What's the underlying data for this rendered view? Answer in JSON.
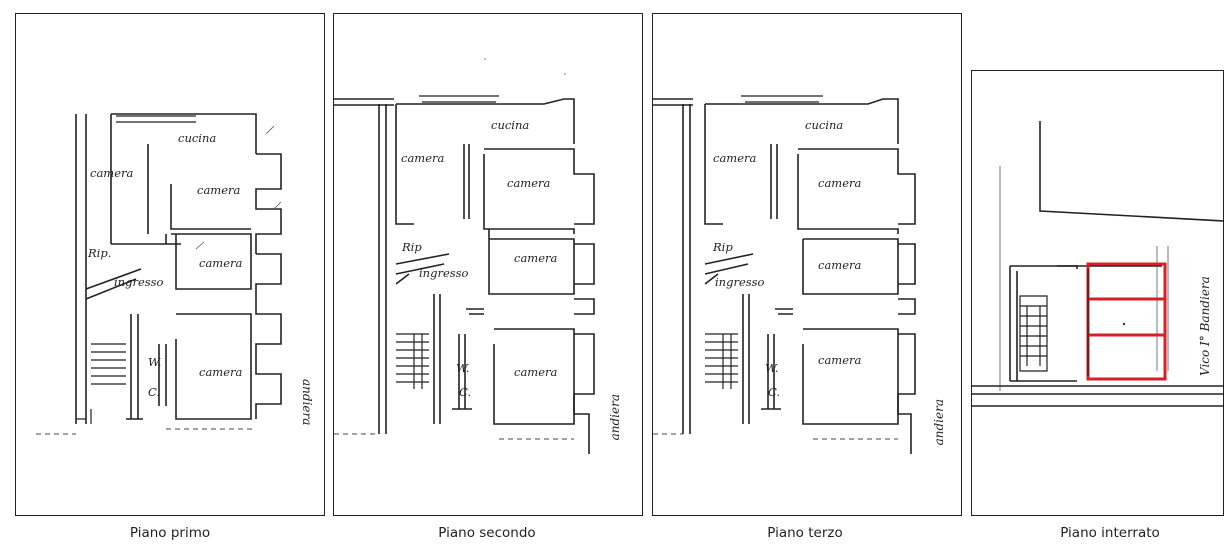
{
  "panels": [
    {
      "caption": "Piano primo",
      "rooms": {
        "cucina": "cucina",
        "camera_left": "camera",
        "camera_1": "camera",
        "camera_2": "camera",
        "camera_3": "camera",
        "rip": "Rip.",
        "ingresso": "ingresso",
        "wc_w": "W.",
        "wc_c": "C."
      },
      "street": "andiera"
    },
    {
      "caption": "Piano secondo",
      "rooms": {
        "cucina": "cucina",
        "camera_left": "camera",
        "camera_1": "camera",
        "camera_2": "camera",
        "camera_3": "camera",
        "rip": "Rip",
        "ingresso": "ingresso",
        "wc_w": "W.",
        "wc_c": "C."
      },
      "street": "andiera"
    },
    {
      "caption": "Piano terzo",
      "rooms": {
        "cucina": "cucina",
        "camera_left": "camera",
        "camera_1": "camera",
        "camera_2": "camera",
        "camera_3": "camera",
        "rip": "Rip",
        "ingresso": "ingresso",
        "wc_w": "W.",
        "wc_c": "C."
      },
      "street": "andiera"
    },
    {
      "caption": "Piano interrato",
      "street": "Vico I° Bandiera",
      "highlight_color": "#d81f26"
    }
  ]
}
